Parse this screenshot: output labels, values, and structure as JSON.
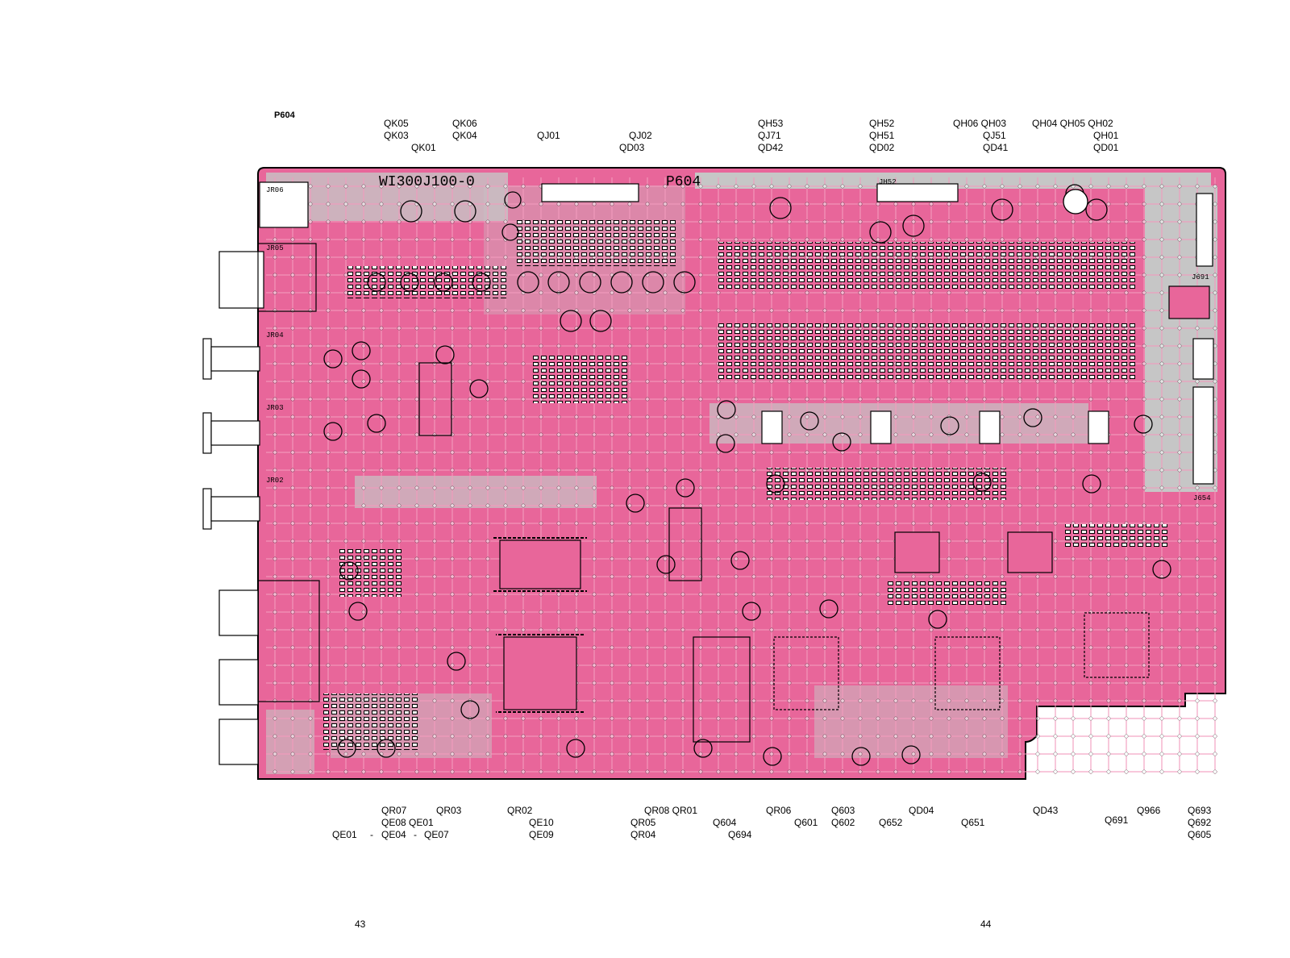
{
  "page_title": "P604",
  "board": {
    "part_number": "WI300J100-0",
    "board_name": "P604",
    "colors": {
      "copper": "#e8669a",
      "ground": "#c8c8c8",
      "outline": "#000000",
      "background": "#ffffff"
    }
  },
  "top_labels": {
    "qk05": "QK05",
    "qk03": "QK03",
    "qk01": "QK01",
    "qk06": "QK06",
    "qk04": "QK04",
    "qj01": "QJ01",
    "qj02": "QJ02",
    "qd03": "QD03",
    "qh53": "QH53",
    "qj71": "QJ71",
    "qd42": "QD42",
    "qh52": "QH52",
    "qh51": "QH51",
    "qd02": "QD02",
    "qh06_qh03": "QH06 QH03",
    "qj51": "QJ51",
    "qd41": "QD41",
    "qh04_qh05_qh02": "QH04 QH05 QH02",
    "qh01": "QH01",
    "qd01": "QD01"
  },
  "bottom_labels": {
    "qr07": "QR07",
    "qr03": "QR03",
    "qr02": "QR02",
    "qe08_qe01": "QE08 QE01",
    "qe01": "QE01",
    "dash1": "-",
    "qe04": "QE04",
    "dash2": "-",
    "qe07": "QE07",
    "qe10": "QE10",
    "qe09": "QE09",
    "qr08_qr01": "QR08  QR01",
    "qr05": "QR05",
    "qr04": "QR04",
    "q604": "Q604",
    "q694": "Q694",
    "qr06": "QR06",
    "q601": "Q601",
    "q603": "Q603",
    "q602": "Q602",
    "qd04": "QD04",
    "q652": "Q652",
    "q651": "Q651",
    "qd43": "QD43",
    "q966": "Q966",
    "q691": "Q691",
    "q693": "Q693",
    "q692": "Q692",
    "q605": "Q605"
  },
  "page_numbers": {
    "left": "43",
    "right": "44"
  },
  "connectors": {
    "jr06": "JR06",
    "jr05": "JR05",
    "jr04": "JR04",
    "jr03": "JR03",
    "jr02": "JR02",
    "j691": "J691",
    "jh52": "JH52",
    "j654": "J654"
  }
}
